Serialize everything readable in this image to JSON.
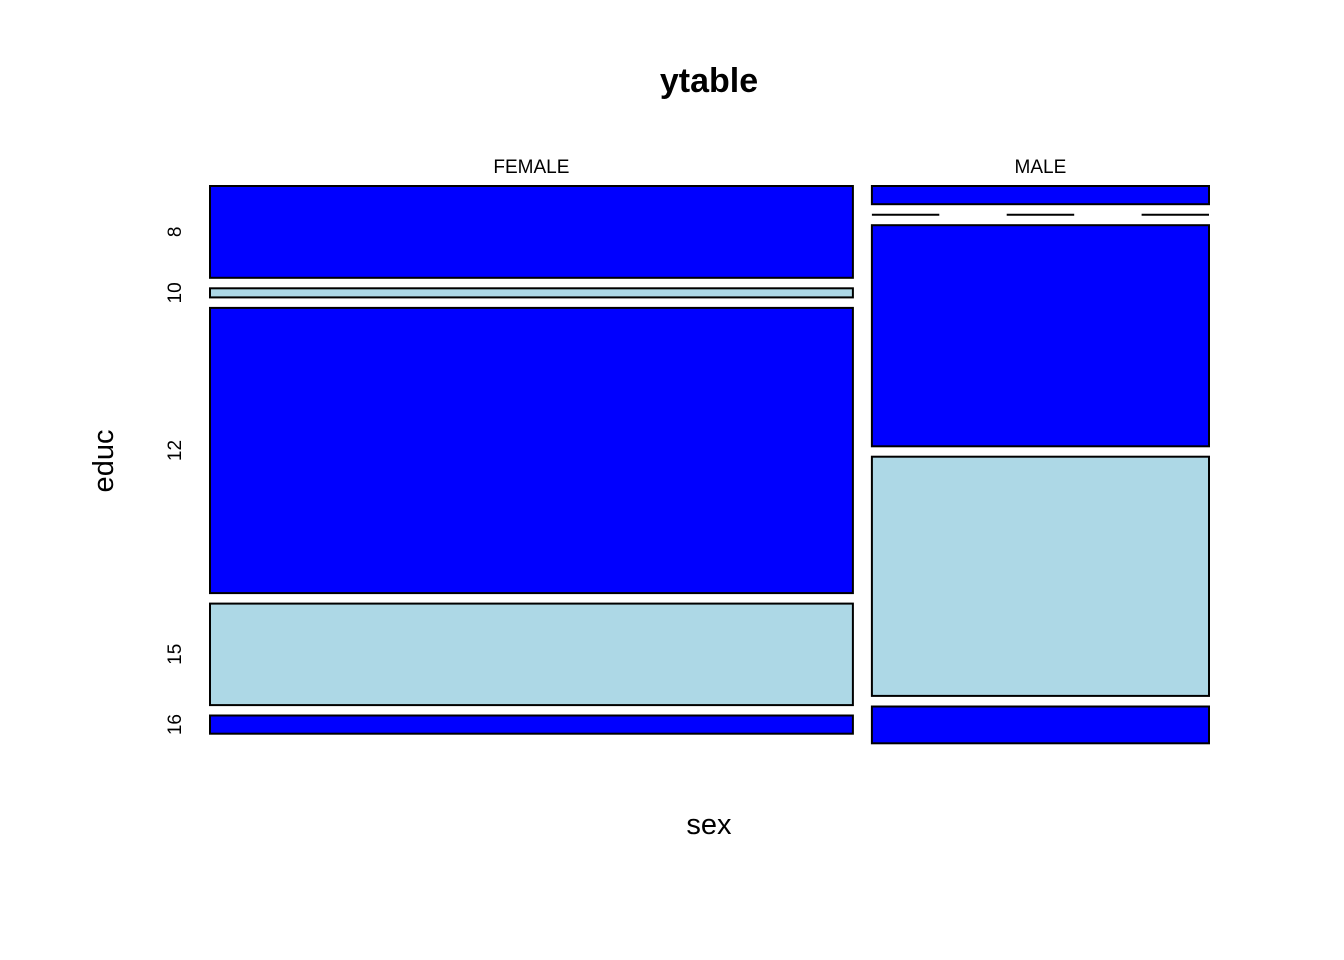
{
  "chart_data": {
    "type": "mosaic",
    "title": "ytable",
    "xlabel": "sex",
    "ylabel": "educ",
    "x_categories": [
      "FEMALE",
      "MALE"
    ],
    "x_widths": [
      0.656,
      0.344
    ],
    "y_categories": [
      "8",
      "10",
      "12",
      "15",
      "16"
    ],
    "cells": [
      {
        "x": "FEMALE",
        "y": "8",
        "proportion": 0.172,
        "color": "#0000ff"
      },
      {
        "x": "FEMALE",
        "y": "10",
        "proportion": 0.017,
        "color": "#add8e6"
      },
      {
        "x": "FEMALE",
        "y": "12",
        "proportion": 0.534,
        "color": "#0000ff"
      },
      {
        "x": "FEMALE",
        "y": "15",
        "proportion": 0.19,
        "color": "#add8e6"
      },
      {
        "x": "FEMALE",
        "y": "16",
        "proportion": 0.034,
        "color": "#0000ff"
      },
      {
        "x": "MALE",
        "y": "8",
        "proportion": 0.034,
        "color": "#0000ff"
      },
      {
        "x": "MALE",
        "y": "10",
        "proportion": 0.0,
        "color": "#add8e6"
      },
      {
        "x": "MALE",
        "y": "12",
        "proportion": 0.414,
        "color": "#0000ff"
      },
      {
        "x": "MALE",
        "y": "15",
        "proportion": 0.448,
        "color": "#add8e6"
      },
      {
        "x": "MALE",
        "y": "16",
        "proportion": 0.069,
        "color": "#0000ff"
      }
    ]
  }
}
